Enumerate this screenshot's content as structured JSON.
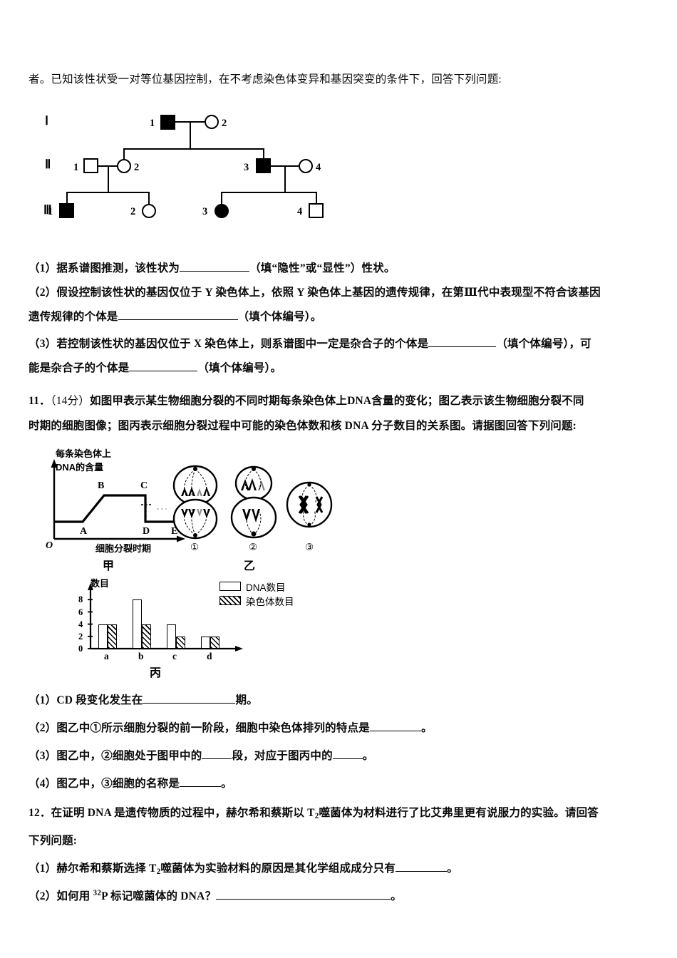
{
  "document": {
    "intro_line": "者。已知该性状受一对等位基因控制，在不考虑染色体变异和基因突变的条件下，回答下列问题:"
  },
  "pedigree": {
    "caption_generations": [
      "Ⅰ",
      "Ⅱ",
      "Ⅲ"
    ],
    "individuals": [
      {
        "gen": "I",
        "id": "1",
        "sex": "male",
        "affected": true
      },
      {
        "gen": "I",
        "id": "2",
        "sex": "female",
        "affected": false
      },
      {
        "gen": "II",
        "id": "1",
        "sex": "male",
        "affected": false
      },
      {
        "gen": "II",
        "id": "2",
        "sex": "female",
        "affected": false
      },
      {
        "gen": "II",
        "id": "3",
        "sex": "male",
        "affected": true
      },
      {
        "gen": "II",
        "id": "4",
        "sex": "female",
        "affected": false
      },
      {
        "gen": "III",
        "id": "1",
        "sex": "male",
        "affected": true
      },
      {
        "gen": "III",
        "id": "2",
        "sex": "female",
        "affected": false
      },
      {
        "gen": "III",
        "id": "3",
        "sex": "female",
        "affected": true
      },
      {
        "gen": "III",
        "id": "4",
        "sex": "male",
        "affected": false
      }
    ]
  },
  "question10": {
    "sub1": {
      "num": "（1）",
      "before": "据系谱图推测，该性状为",
      "after": "（填“隐性”或“显性”）性状。"
    },
    "sub2": {
      "num": "（2）",
      "line1": "假设控制该性状的基因仅位于 Y 染色体上，依照 Y 染色体上基因的遗传规律，在第Ⅲ代中表现型不符合该基因",
      "line2_before": "遗传规律的个体是",
      "line2_after": "（填个体编号）。"
    },
    "sub3": {
      "num": "（3）",
      "line1_before": "若控制该性状的基因仅位于 X 染色体上，则系谱图中一定是杂合子的个体是",
      "line1_mid": "（填个体编号），可",
      "line2_before": "能是杂合子的个体是",
      "line2_after": "（填个体编号）。"
    }
  },
  "question11": {
    "number": "11．",
    "score": "（14分）",
    "stem_line1": "如图甲表示某生物细胞分裂的不同时期每条染色体上DNA含量的变化；图乙表示该生物细胞分裂不同",
    "stem_line2": "时期的细胞图像；图丙表示细胞分裂过程中可能的染色体数和核 DNA 分子数目的关系图。请据图回答下列问题:",
    "subs": [
      {
        "num": "（1）",
        "before": "CD 段变化发生在",
        "after": "期。"
      },
      {
        "num": "（2）",
        "before": "图乙中①所示细胞分裂的前一阶段，细胞中染色体排列的特点是",
        "after": "。"
      },
      {
        "num": "（3）",
        "before": "图乙中，②细胞处于图甲中的",
        "mid": "段，对应于图丙中的",
        "after": "。"
      },
      {
        "num": "（4）",
        "before": "图乙中，③细胞的名称是",
        "after": "。"
      }
    ]
  },
  "question12": {
    "number": "12．",
    "stem_line1_a": "在证明 DNA 是遗传物质的过程中，赫尔希和蔡斯以 T",
    "stem_line1_sub": "2",
    "stem_line1_b": "噬菌体为材料进行了比艾弗里更有说服力的实验。请回答",
    "stem_line2": "下列问题:",
    "sub1": {
      "num": "（1）",
      "before_a": "赫尔希和蔡斯选择 T",
      "before_sub": "2",
      "before_b": "噬菌体为实验材料的原因是其化学组成成分只有",
      "after": "。"
    },
    "sub2": {
      "num": "（2）",
      "before_a": "如何用 ",
      "before_sup": "32",
      "before_b": "P 标记噬菌体的 DNA？",
      "after": "。"
    }
  },
  "chart_data": [
    {
      "type": "line",
      "name": "图甲",
      "figure_caption": "甲",
      "title": "",
      "ylabel_line1": "每条染色体上",
      "ylabel_line2": "DNA的含量",
      "xlabel": "细胞分裂时期",
      "origin_label": "O",
      "point_labels": [
        "A",
        "B",
        "C",
        "D",
        "E"
      ],
      "x": [
        0,
        1,
        2,
        3,
        3,
        4
      ],
      "values": [
        1,
        1,
        2,
        2,
        1,
        1
      ],
      "segments": [
        {
          "from": "O",
          "to": "A",
          "shape": "flat",
          "level": 1
        },
        {
          "from": "A",
          "to": "B",
          "shape": "rising",
          "level_from": 1,
          "level_to": 2
        },
        {
          "from": "B",
          "to": "C",
          "shape": "flat",
          "level": 2
        },
        {
          "from": "C",
          "to": "D",
          "shape": "vertical-drop",
          "level_from": 2,
          "level_to": 1
        },
        {
          "from": "D",
          "to": "E",
          "shape": "flat",
          "level": 1
        }
      ],
      "grid": false,
      "legend": "none"
    },
    {
      "type": "diagram",
      "name": "图乙",
      "figure_caption": "乙",
      "cell_labels": [
        "①",
        "②",
        "③"
      ],
      "cell_descriptions": [
        "两极各有一组染色体，细胞中部缢缩，纺锤丝可见",
        "染色体移向两极，细胞一端与另一端不等大",
        "染色体集中排列，纺锤体可见"
      ]
    },
    {
      "type": "bar",
      "name": "图丙",
      "figure_caption": "丙",
      "title": "",
      "ylabel": "数目",
      "xlabel": "",
      "categories": [
        "a",
        "b",
        "c",
        "d"
      ],
      "series": [
        {
          "name": "DNA数目",
          "values": [
            4,
            8,
            4,
            2
          ],
          "fill": "open"
        },
        {
          "name": "染色体数目",
          "values": [
            4,
            4,
            2,
            2
          ],
          "fill": "hatched"
        }
      ],
      "yticks": [
        0,
        2,
        4,
        6,
        8
      ],
      "ylim": [
        0,
        9
      ],
      "grid": false,
      "legend_position": "top-right"
    }
  ],
  "colors": {
    "ink": "#000000",
    "paper": "#ffffff"
  }
}
